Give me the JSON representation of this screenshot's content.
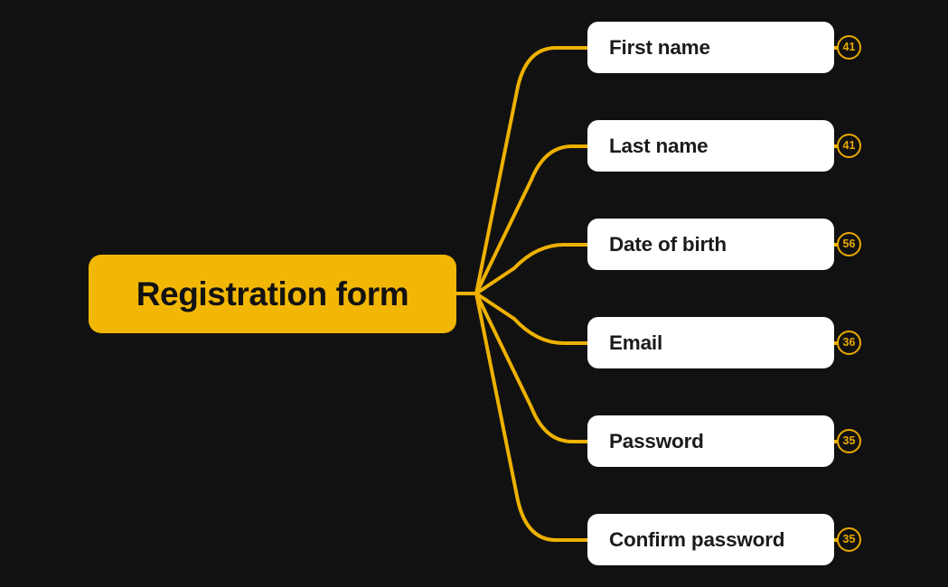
{
  "canvas": {
    "background_color": "#121111",
    "accent_color": "#F2B705",
    "connector_color": "#EDB100",
    "badge_color": "#E8A900",
    "card_color": "#FFFFFF"
  },
  "root": {
    "label": "Registration form"
  },
  "children": [
    {
      "label": "First name",
      "count": "41"
    },
    {
      "label": "Last name",
      "count": "41"
    },
    {
      "label": "Date of birth",
      "count": "56"
    },
    {
      "label": "Email",
      "count": "36"
    },
    {
      "label": "Password",
      "count": "35"
    },
    {
      "label": "Confirm password",
      "count": "35"
    }
  ]
}
